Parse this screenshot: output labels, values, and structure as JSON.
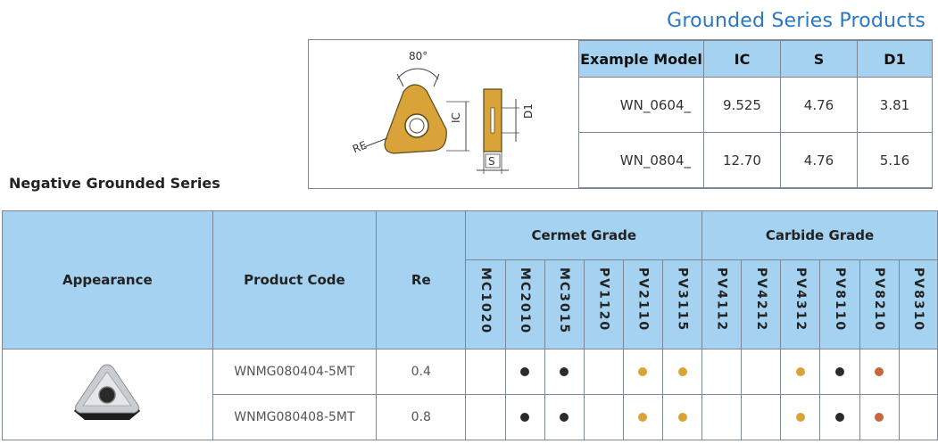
{
  "heading": "Grounded Series Products",
  "subtitle": "Negative Grounded Series",
  "diagram": {
    "angle_label": "80°",
    "re_label": "RE",
    "ic_label": "IC",
    "d1_label": "D1",
    "s_label": "S"
  },
  "spec_table": {
    "headers": [
      "Example Model",
      "IC",
      "S",
      "D1"
    ],
    "rows": [
      {
        "model": "WN_0604_",
        "ic": "9.525",
        "s": "4.76",
        "d1": "3.81"
      },
      {
        "model": "WN_0804_",
        "ic": "12.70",
        "s": "4.76",
        "d1": "5.16"
      }
    ]
  },
  "grade_table": {
    "appearance_header": "Appearance",
    "code_header": "Product Code",
    "re_header": "Re",
    "cermet_header": "Cermet Grade",
    "carbide_header": "Carbide Grade",
    "cermet_grades": [
      "MC1020",
      "MC2010",
      "MC3015",
      "PV1120",
      "PV2110",
      "PV3115"
    ],
    "carbide_grades": [
      "PV4112",
      "PV4212",
      "PV4312",
      "PV8110",
      "PV8210",
      "PV8310"
    ],
    "rows": [
      {
        "code": "WNMG080404-5MT",
        "re": "0.4",
        "marks": [
          "",
          "black",
          "black",
          "",
          "gold",
          "gold",
          "",
          "",
          "gold",
          "black",
          "copper",
          ""
        ]
      },
      {
        "code": "WNMG080408-5MT",
        "re": "0.8",
        "marks": [
          "",
          "black",
          "black",
          "",
          "gold",
          "gold",
          "",
          "",
          "gold",
          "black",
          "copper",
          ""
        ]
      }
    ]
  },
  "colors": {
    "header_blue": "#a5d2f0",
    "title_blue": "#2a78c4",
    "insert_gold": "#d9a33a",
    "black": "#2b2b2b",
    "gold": "#d9a33a",
    "copper": "#c7673c"
  }
}
